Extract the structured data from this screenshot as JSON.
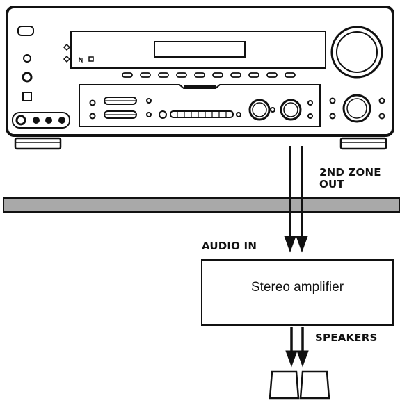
{
  "labels": {
    "zone_out_line1": "2ND ZONE",
    "zone_out_line2": "OUT",
    "audio_in": "AUDIO IN",
    "amplifier": "Stereo amplifier",
    "speakers": "SPEAKERS"
  },
  "colors": {
    "line": "#111111",
    "wall": "#a9a9a9",
    "background": "#ffffff"
  },
  "icons": {
    "receiver": "av-receiver-front-panel",
    "speaker": "speaker-icon"
  }
}
